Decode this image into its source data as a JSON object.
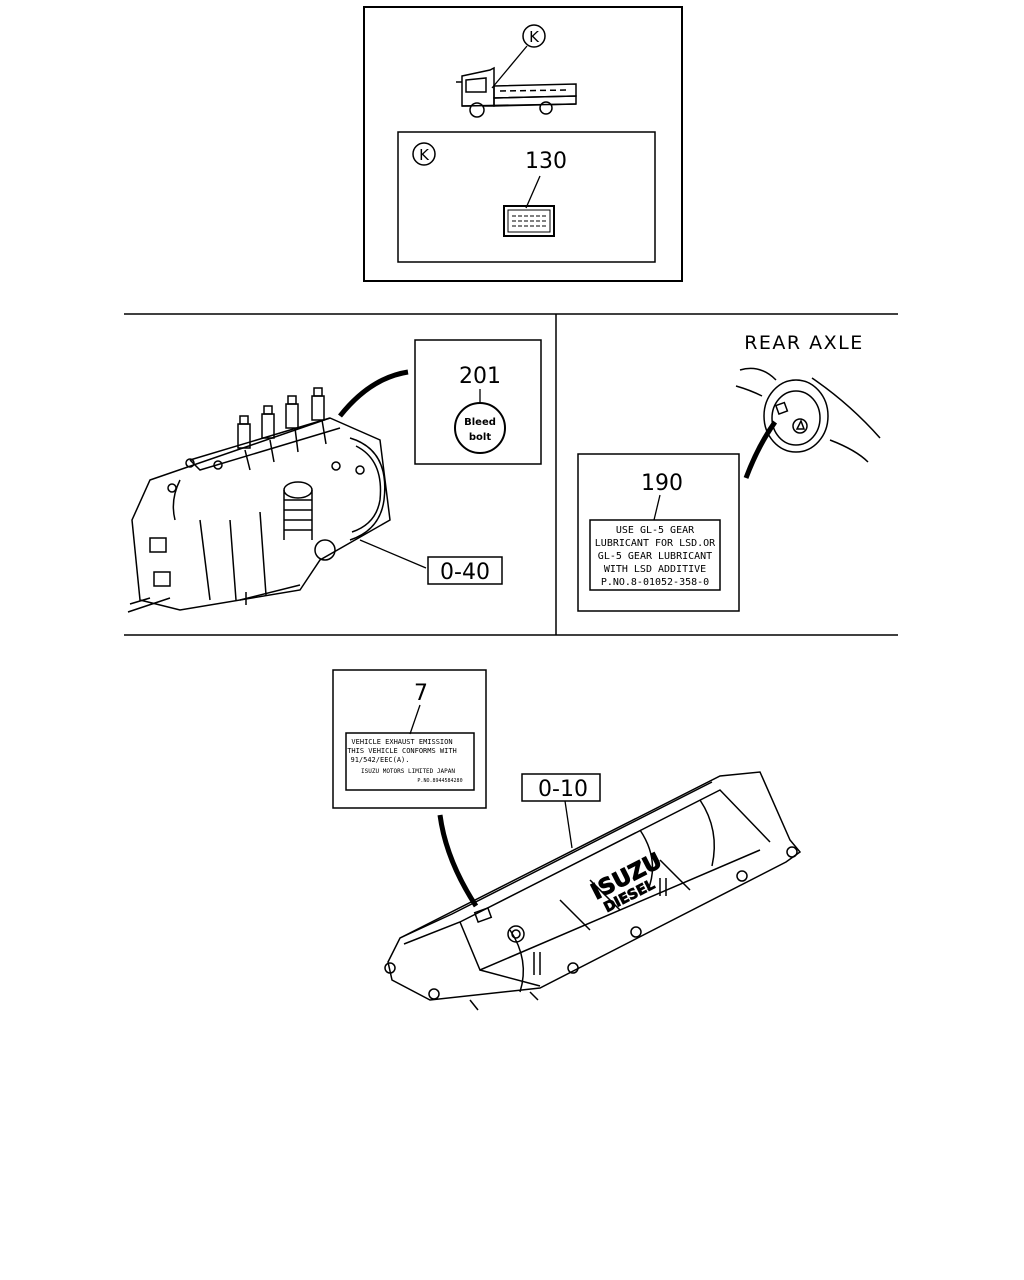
{
  "truck_section": {
    "callout_circle": "K",
    "inset_marker": "K",
    "part_number": "130"
  },
  "pump_section": {
    "part_number": "201",
    "bleed_label_line1": "Bleed",
    "bleed_label_line2": "bolt",
    "ref_number": "0-40"
  },
  "axle_section": {
    "title": "REAR AXLE",
    "part_number": "190",
    "label_lines": [
      "USE GL-5 GEAR",
      "LUBRICANT FOR LSD.OR",
      "GL-5 GEAR LUBRICANT",
      "WITH LSD ADDITIVE",
      "P.NO.8-01052-358-0"
    ]
  },
  "cover_section": {
    "part_number": "7",
    "ref_number": "0-10",
    "label_lines": [
      "VEHICLE EXHAUST EMISSION",
      "THIS VEHICLE CONFORMS WITH",
      "91/542/EEC(A).",
      "ISUZU MOTORS LIMITED JAPAN",
      "P.NO.8944584280"
    ],
    "logo_text_1": "ISUZU",
    "logo_text_2": "DIESEL"
  },
  "colors": {
    "line": "#000000",
    "background": "#ffffff"
  }
}
